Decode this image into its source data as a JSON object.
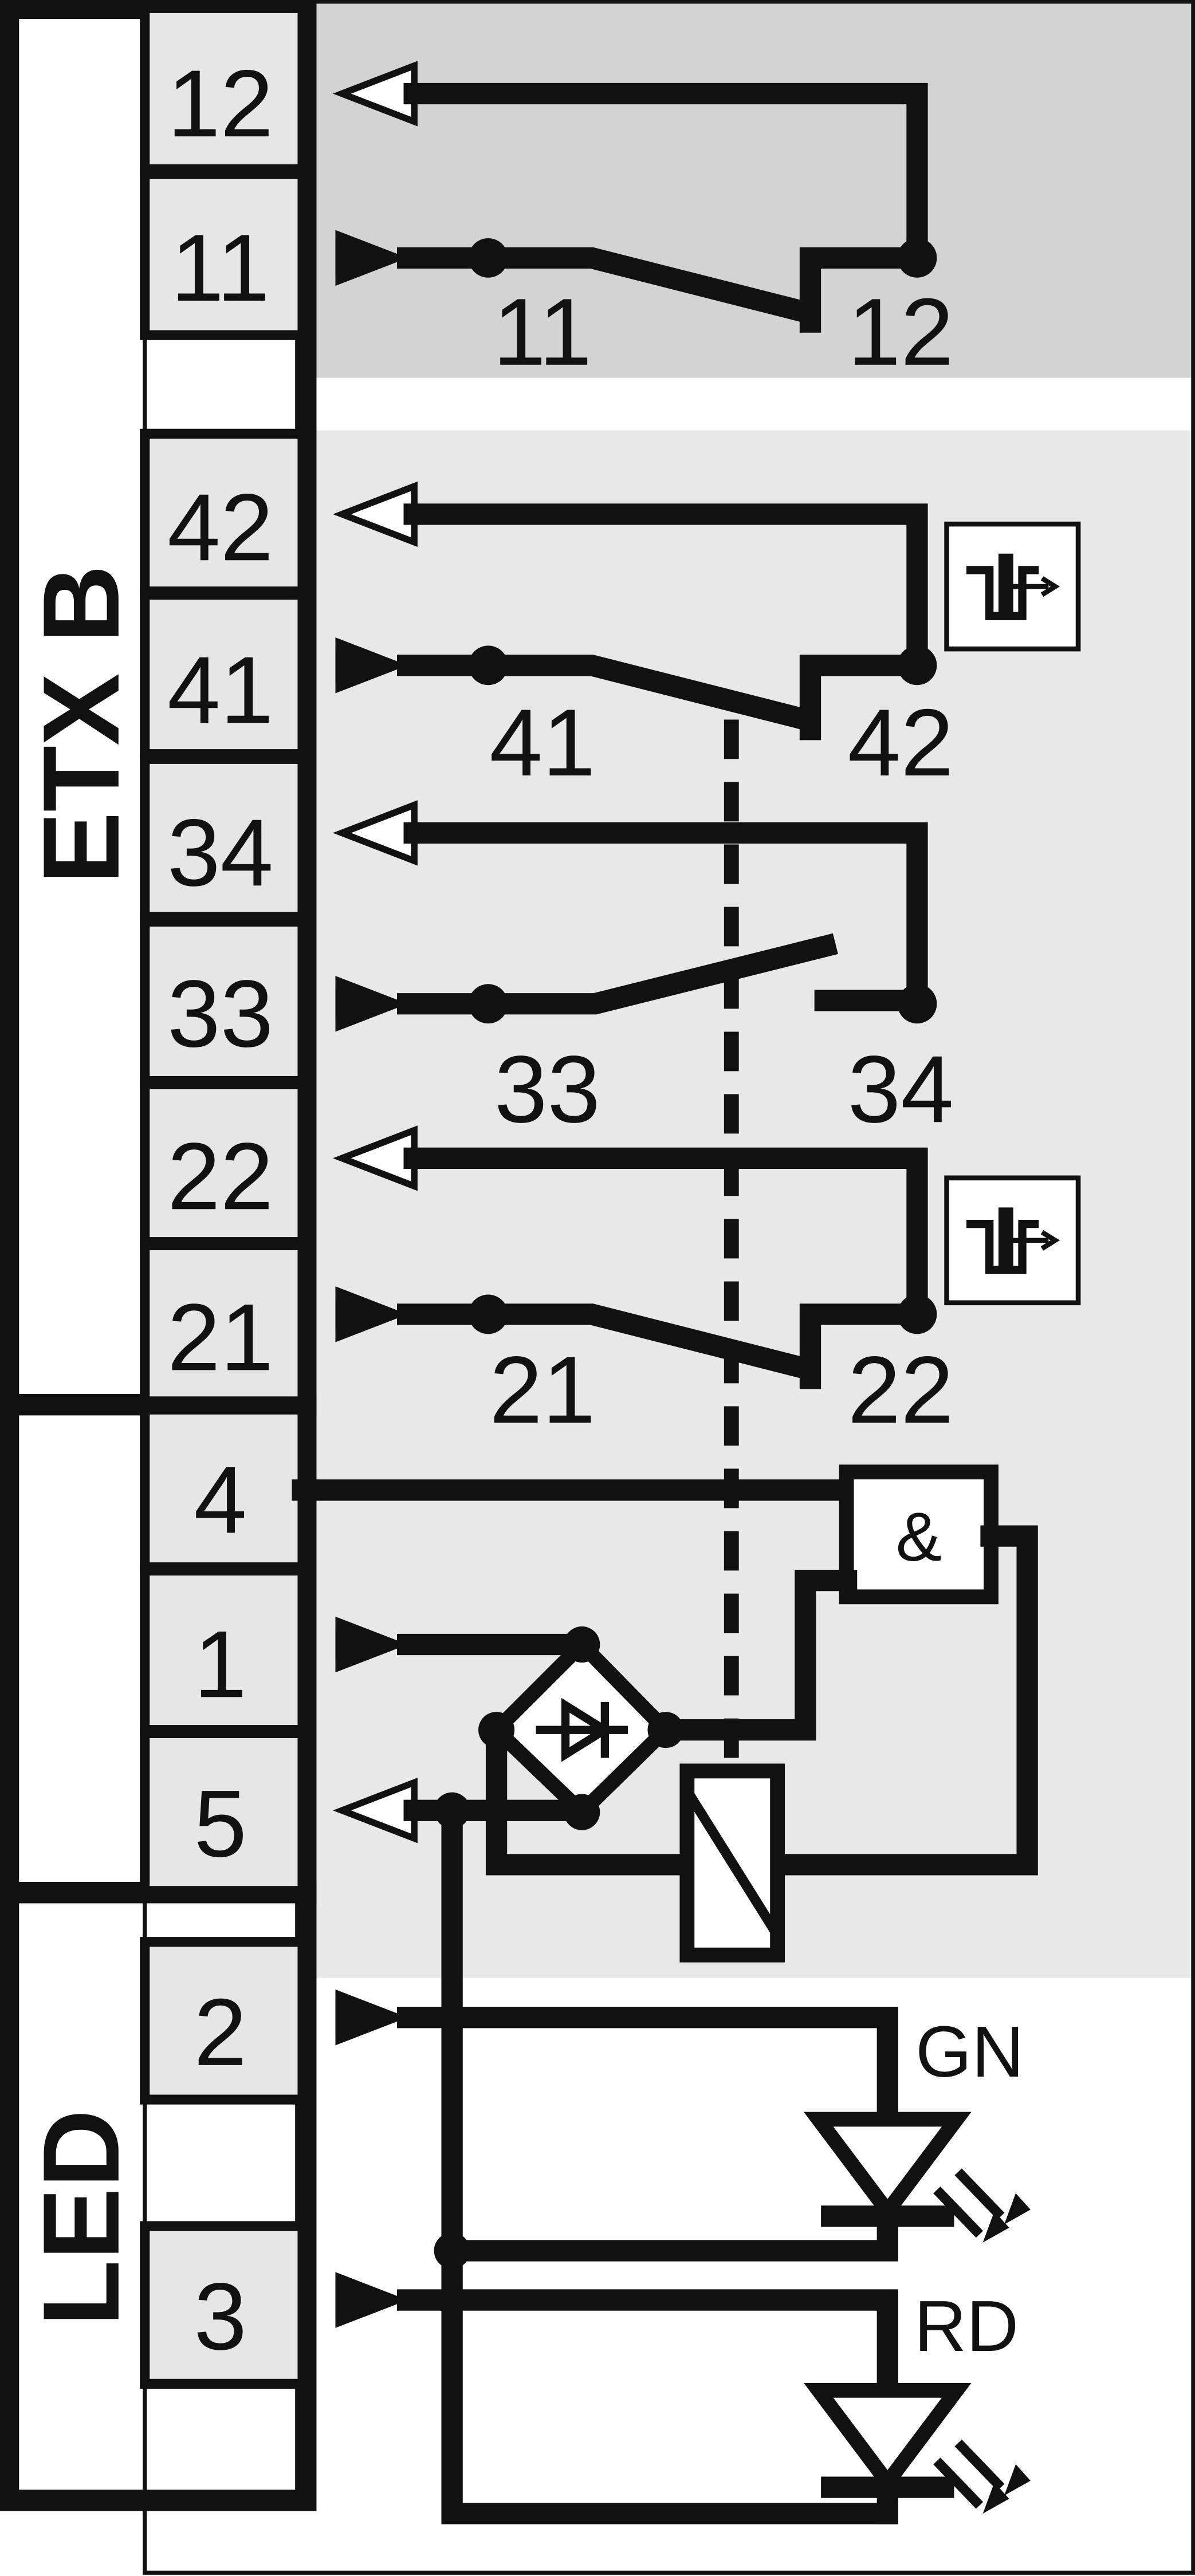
{
  "sections": {
    "etx_label": "ETX B",
    "led_label": "LED"
  },
  "terminals": {
    "t12": "12",
    "t11": "11",
    "t42": "42",
    "t41": "41",
    "t34": "34",
    "t33": "33",
    "t22": "22",
    "t21": "21",
    "t4": "4",
    "t1": "1",
    "t5": "5",
    "t2": "2",
    "t3": "3"
  },
  "contacts": {
    "c11": "11",
    "c12": "12",
    "c41": "41",
    "c42": "42",
    "c33": "33",
    "c34": "34",
    "c21": "21",
    "c22": "22"
  },
  "logic": {
    "and_gate": "&"
  },
  "leds": {
    "green": "GN",
    "red": "RD"
  },
  "colors": {
    "auxiliary_zone": "#d3d3d3",
    "main_zone": "#e8e8e8",
    "terminal_fill": "#e6e6e6",
    "line": "#111111"
  }
}
